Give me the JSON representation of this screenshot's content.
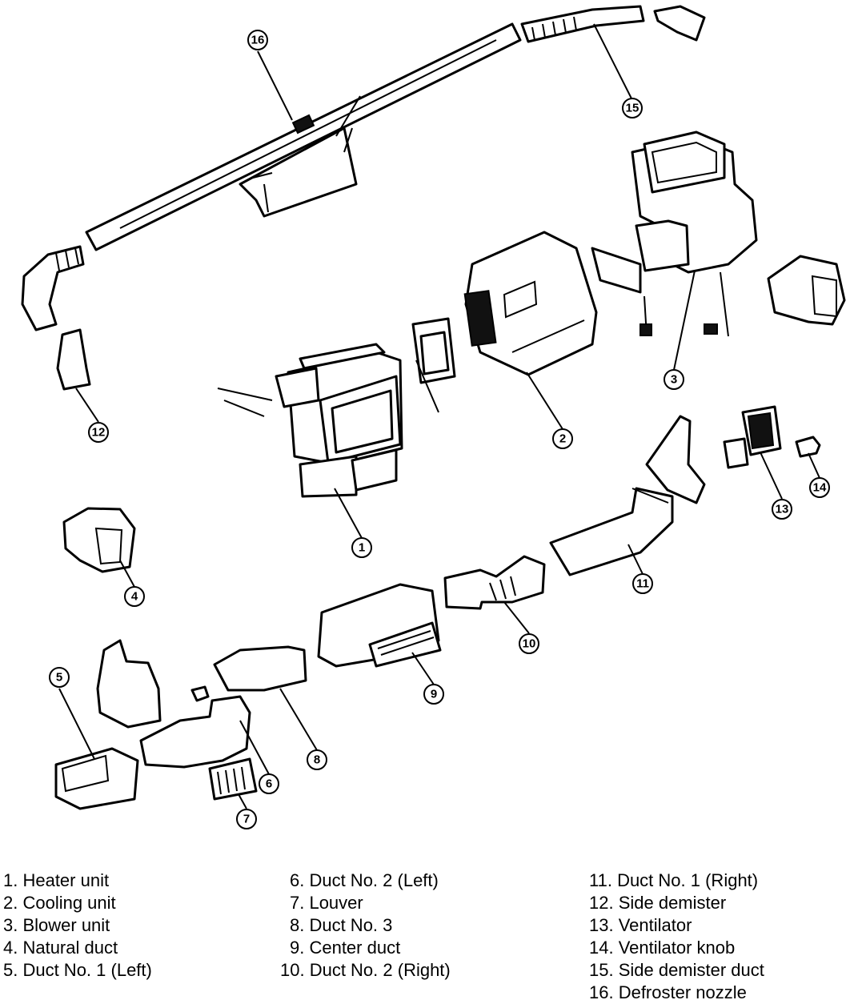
{
  "legend": {
    "items": [
      {
        "num": "1",
        "text": "1. Heater unit"
      },
      {
        "num": "2",
        "text": "2. Cooling unit"
      },
      {
        "num": "3",
        "text": "3. Blower unit"
      },
      {
        "num": "4",
        "text": "4. Natural duct"
      },
      {
        "num": "5",
        "text": "5. Duct No. 1 (Left)"
      },
      {
        "num": "6",
        "text": "6. Duct No. 2 (Left)"
      },
      {
        "num": "7",
        "text": "7. Louver"
      },
      {
        "num": "8",
        "text": "8. Duct No. 3"
      },
      {
        "num": "9",
        "text": "9. Center duct"
      },
      {
        "num": "10",
        "text": "10. Duct No. 2 (Right)"
      },
      {
        "num": "11",
        "text": "11. Duct No. 1 (Right)"
      },
      {
        "num": "12",
        "text": "12. Side demister"
      },
      {
        "num": "13",
        "text": "13. Ventilator"
      },
      {
        "num": "14",
        "text": "14. Ventilator knob"
      },
      {
        "num": "15",
        "text": "15. Side demister duct"
      },
      {
        "num": "16",
        "text": "16. Defroster nozzle"
      }
    ]
  }
}
